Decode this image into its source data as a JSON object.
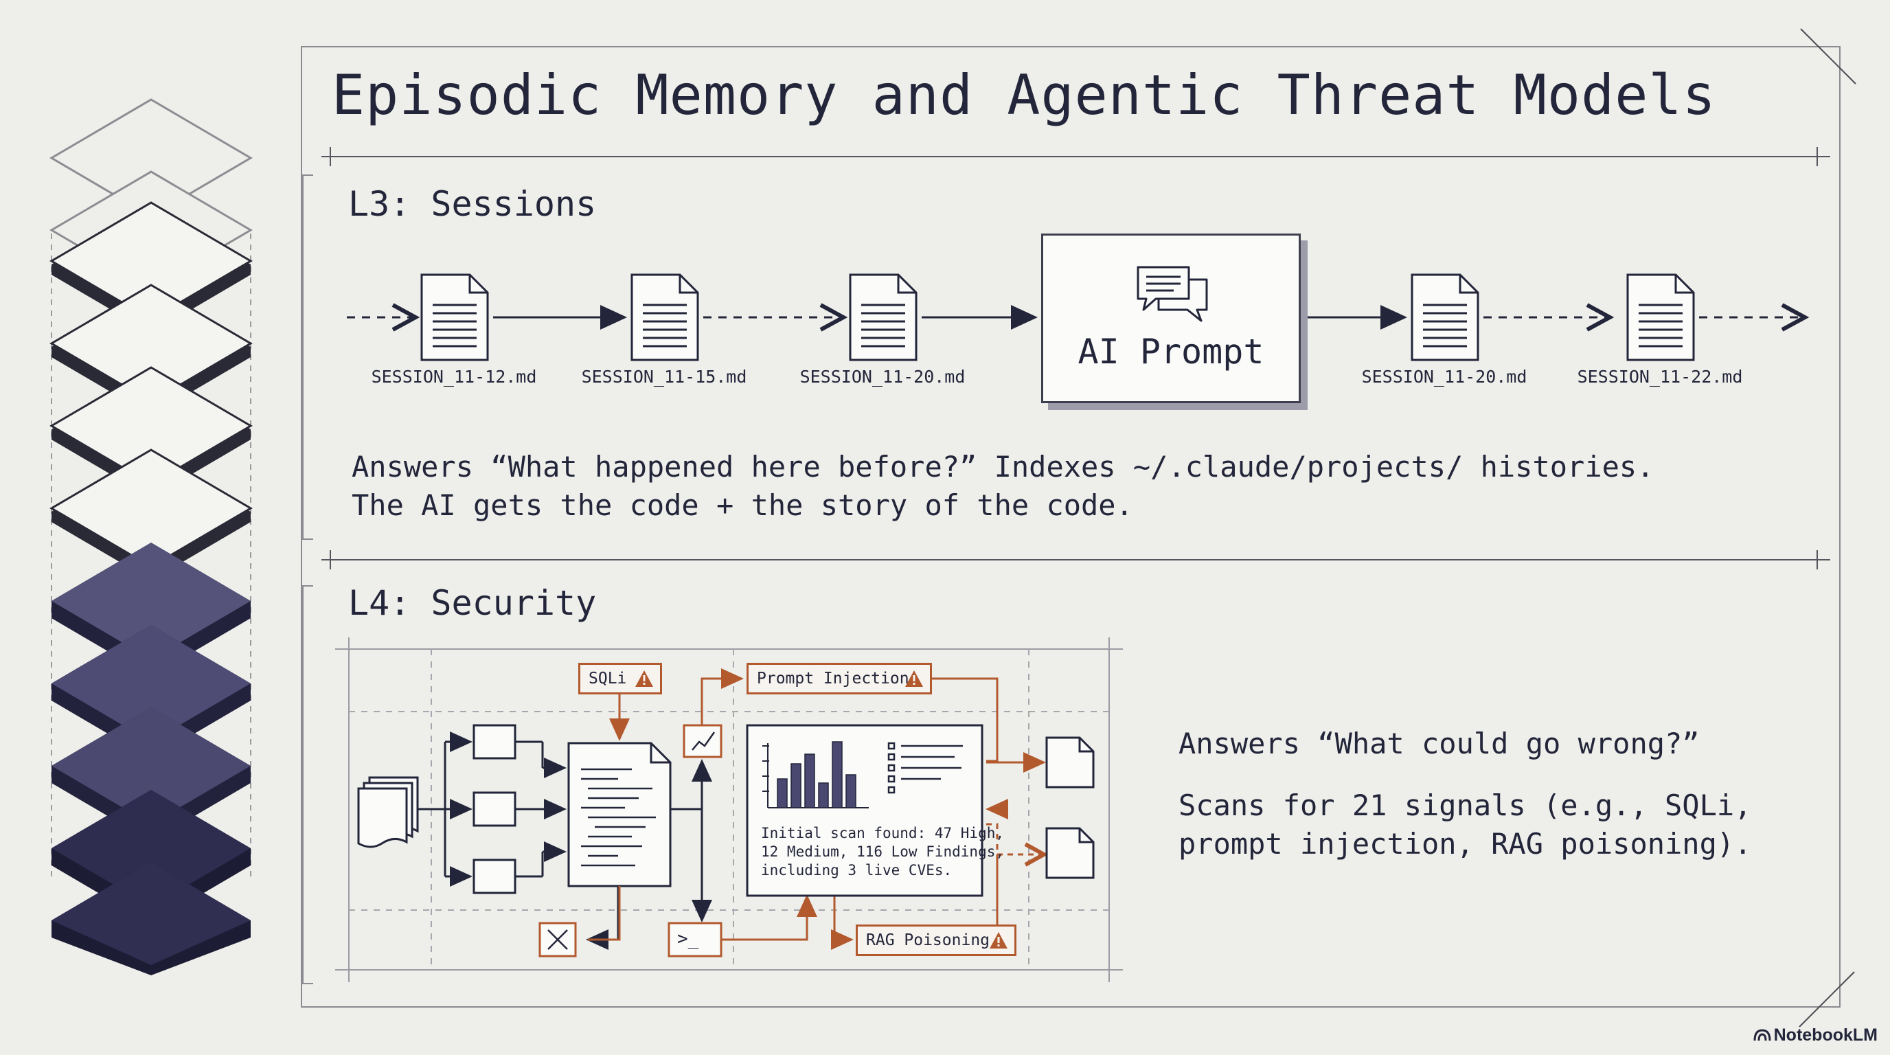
{
  "title": "Episodic Memory and Agentic Threat Models",
  "l3": {
    "heading": "L3: Sessions",
    "sessions_before": [
      "SESSION_11-12.md",
      "SESSION_11-15.md",
      "SESSION_11-20.md"
    ],
    "prompt_label": "AI Prompt",
    "sessions_after": [
      "SESSION_11-20.md",
      "SESSION_11-22.md"
    ],
    "description_line1": "Answers “What happened here before?” Indexes ~/.claude/projects/ histories.",
    "description_line2": "The AI gets the code + the story of the code."
  },
  "l4": {
    "heading": "L4: Security",
    "tags": {
      "sqli": "SQLi",
      "prompt_injection": "Prompt Injection",
      "rag_poisoning": "RAG Poisoning"
    },
    "terminal_glyph": ">_",
    "scan_report": [
      "Initial scan found: 47 High,",
      "12 Medium, 116 Low Findings,",
      "including 3 live CVEs."
    ],
    "question": "Answers “What could go wrong?”",
    "description_line1": "Scans for 21 signals (e.g., SQLi,",
    "description_line2": "prompt injection, RAG poisoning)."
  },
  "branding": "NotebookLM",
  "colors": {
    "ink": "#23263a",
    "accent": "#b25a2e",
    "layer_dark": "#2e2d4f",
    "layer_mid": "#4a4870",
    "background": "#eeeeea"
  }
}
